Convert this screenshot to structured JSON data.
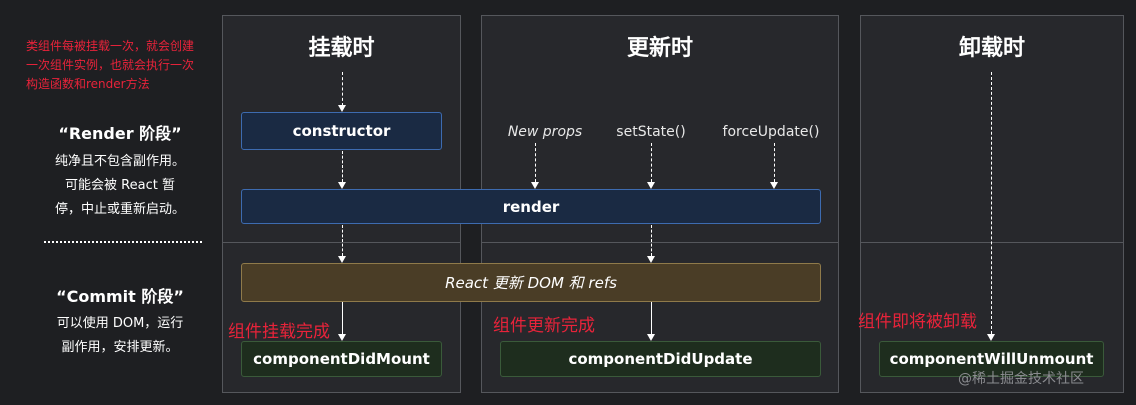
{
  "left": {
    "red_note": [
      "类组件每被挂载一次，就会创建",
      "一次组件实例，也就会执行一次",
      "构造函数和render方法"
    ],
    "render_phase_title": "“Render 阶段”",
    "render_phase_desc": [
      "纯净且不包含副作用。",
      "可能会被 React 暂",
      "停，中止或重新启动。"
    ],
    "commit_phase_title": "“Commit 阶段”",
    "commit_phase_desc": [
      "可以使用 DOM，运行",
      "副作用，安排更新。"
    ]
  },
  "phases": {
    "mount": {
      "title": "挂载时",
      "note": "组件挂载完成"
    },
    "update": {
      "title": "更新时",
      "note": "组件更新完成"
    },
    "unmount": {
      "title": "卸载时",
      "note": "组件即将被卸载"
    }
  },
  "triggers": {
    "new_props": "New props",
    "set_state": "setState()",
    "force_update": "forceUpdate()"
  },
  "nodes": {
    "constructor": "constructor",
    "render": "render",
    "react_updates": "React 更新 DOM 和 refs",
    "did_mount": "componentDidMount",
    "did_update": "componentDidUpdate",
    "will_unmount": "componentWillUnmount"
  },
  "watermark": "@稀土掘金技术社区",
  "colors": {
    "background": "#1e1f22",
    "panel": "#27282c",
    "blue_box": "#1a2a43",
    "gold_box": "#4a3d26",
    "green_box": "#1e2d1e",
    "note_red": "#e8233a"
  }
}
